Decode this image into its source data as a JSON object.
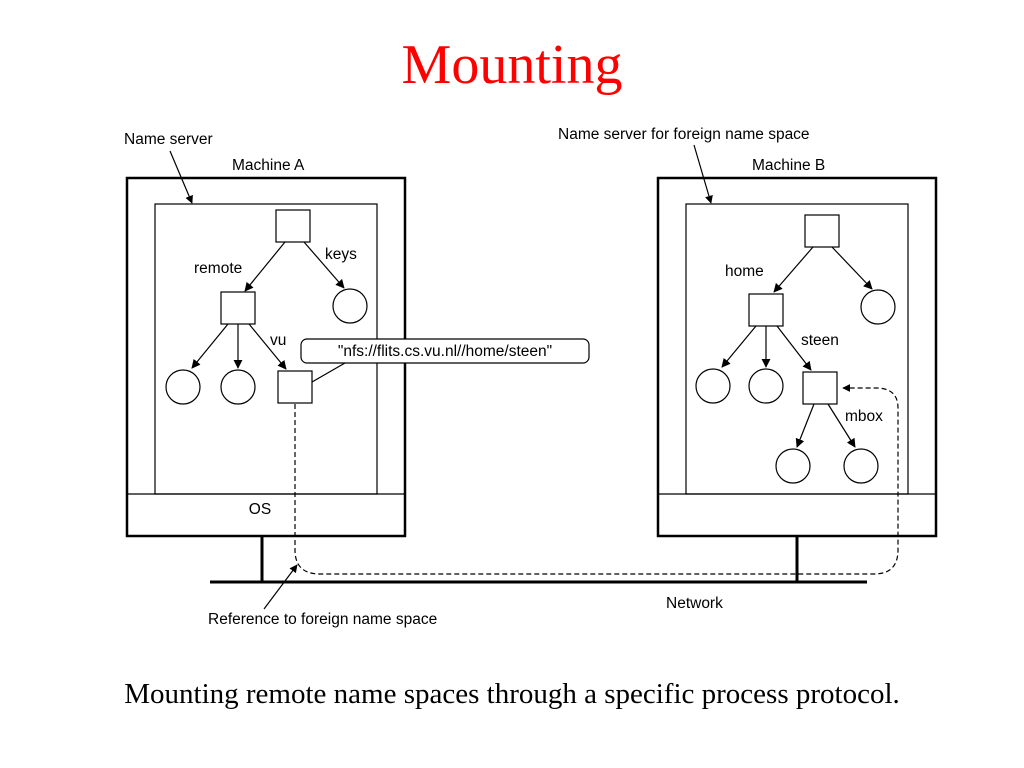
{
  "title": "Mounting",
  "caption": "Mounting remote name spaces through a specific process protocol.",
  "diagram": {
    "name_server_label": "Name server",
    "machine_a_label": "Machine A",
    "foreign_server_label": "Name server for foreign name space",
    "machine_b_label": "Machine B",
    "os_label": "OS",
    "network_label": "Network",
    "reference_label": "Reference to foreign name space",
    "tree_a": {
      "remote": "remote",
      "keys": "keys",
      "vu": "vu"
    },
    "mount_point_label": "\"nfs://flits.cs.vu.nl//home/steen\"",
    "tree_b": {
      "home": "home",
      "steen": "steen",
      "mbox": "mbox"
    }
  }
}
